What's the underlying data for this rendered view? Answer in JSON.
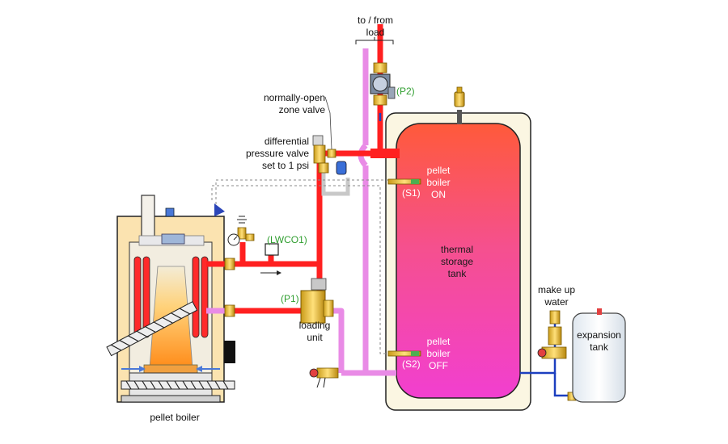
{
  "labels": {
    "to_from_load": "to / from\nload",
    "zone_valve": "normally-open\nzone valve",
    "dpv": "differential\npressure valve\nset to 1 psi",
    "p2": "(P2)",
    "p1": "(P1)",
    "lwco": "(LWCO1)",
    "loading_unit": "loading\nunit",
    "pellet_boiler": "pellet boiler",
    "s1": "(S1)",
    "s2": "(S2)",
    "boiler_on": "pellet\nboiler\nON",
    "boiler_off": "pellet\nboiler\nOFF",
    "tank": "thermal\nstorage\ntank",
    "make_up_water": "make up\nwater",
    "expansion_tank": "expansion\ntank"
  },
  "colors": {
    "hot_pipe": "#ff2020",
    "return_pipe": "#e98be6",
    "cold_pipe": "#1c3fbf",
    "tank_top": "#ff5a3a",
    "tank_bottom": "#f23fd0",
    "tank_jacket": "#fbf6e2",
    "boiler_jacket": "#fbe3b0",
    "label_green": "#2f9e2f"
  }
}
